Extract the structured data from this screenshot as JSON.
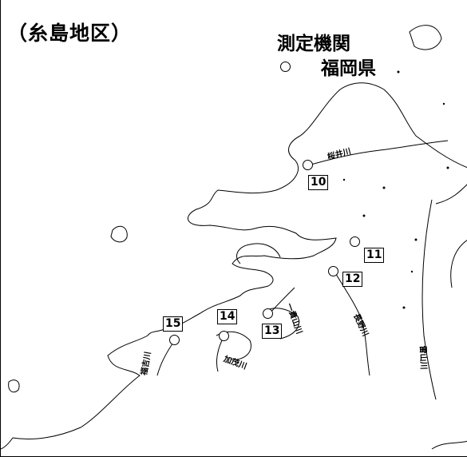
{
  "title": "（糸島地区）",
  "legend": {
    "label": "測定機関",
    "agency": "福岡県",
    "marker": "circle-icon"
  },
  "stations": [
    {
      "id": "10"
    },
    {
      "id": "11"
    },
    {
      "id": "12"
    },
    {
      "id": "13"
    },
    {
      "id": "14"
    },
    {
      "id": "15"
    }
  ],
  "rivers": [
    {
      "name": "桜井川"
    },
    {
      "name": "長野川"
    },
    {
      "name": "一貴山川"
    },
    {
      "name": "雷山川"
    },
    {
      "name": "加茂川"
    },
    {
      "name": "福吉川"
    }
  ],
  "colors": {
    "line": "#000000",
    "background": "#ffffff"
  }
}
